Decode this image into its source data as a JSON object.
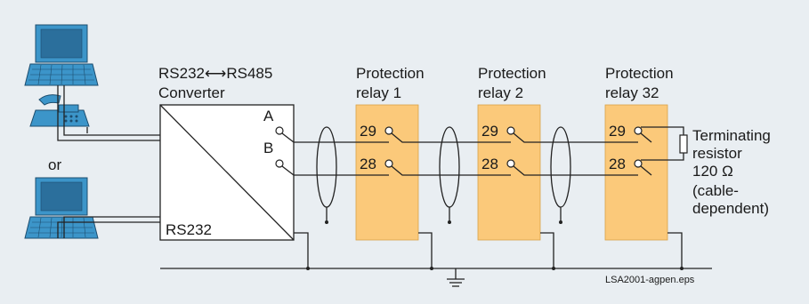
{
  "converter": {
    "title_line1": "RS232⟷RS485",
    "title_line2": "Converter",
    "port_a": "A",
    "port_b": "B",
    "port_rs232": "RS232"
  },
  "left": {
    "or_label": "or"
  },
  "relays": [
    {
      "line1": "Protection",
      "line2": "relay 1",
      "t29": "29",
      "t28": "28"
    },
    {
      "line1": "Protection",
      "line2": "relay 2",
      "t29": "29",
      "t28": "28"
    },
    {
      "line1": "Protection",
      "line2": "relay 32",
      "t29": "29",
      "t28": "28"
    }
  ],
  "terminating": {
    "line1": "Terminating",
    "line2": "resistor",
    "line3": "120 Ω",
    "line4": "(cable-",
    "line5": "dependent)"
  },
  "footer": {
    "file_label": "LSA2001-agpen.eps"
  },
  "icons": [
    "laptop-icon",
    "telephone-icon",
    "laptop-icon",
    "ground-icon",
    "resistor-icon"
  ]
}
